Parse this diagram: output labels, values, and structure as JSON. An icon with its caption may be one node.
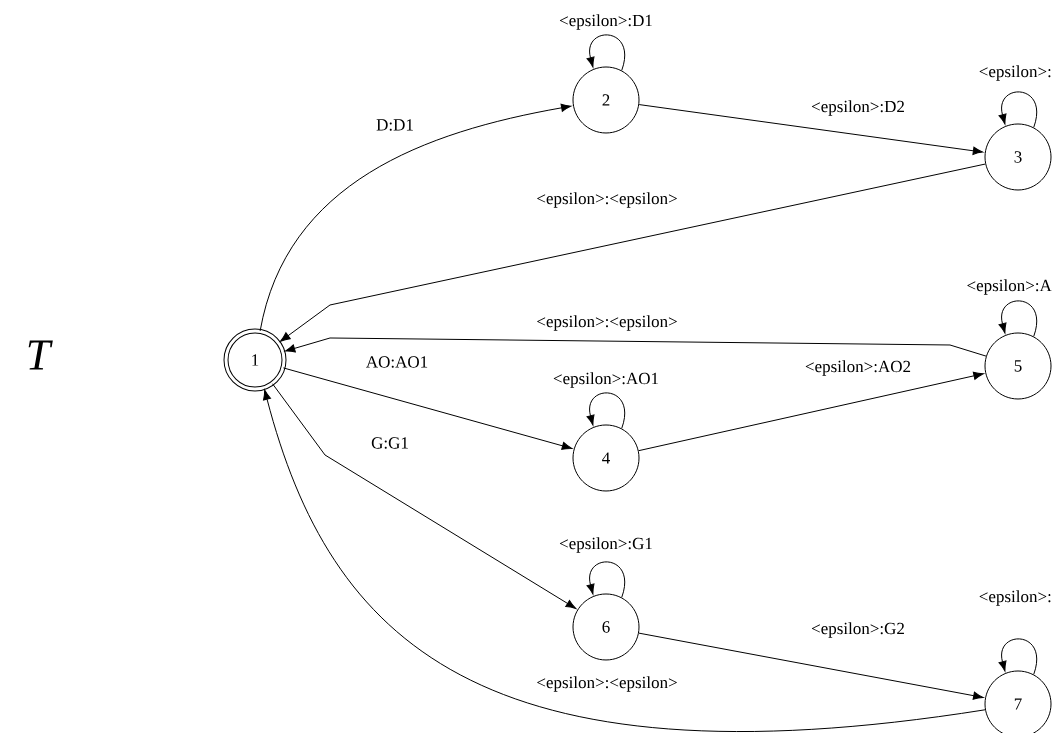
{
  "diagram": {
    "nodes": [
      {
        "text": [
          "1"
        ]
      },
      {
        "text": [
          "2"
        ]
      },
      {
        "text": [
          "3"
        ]
      },
      {
        "text": [
          "4"
        ]
      },
      {
        "text": [
          "5"
        ]
      },
      {
        "text": [
          "6"
        ]
      },
      {
        "text": [
          "7"
        ]
      }
    ],
    "edges": [
      {
        "from": 0,
        "to": 1,
        "arrow": "to",
        "label": "D:D1"
      },
      {
        "from": 1,
        "to": 1,
        "arrow": "to",
        "label": "<epsilon>:D1"
      },
      {
        "from": 1,
        "to": 2,
        "arrow": "to",
        "label": "<epsilon>:D2"
      },
      {
        "from": 2,
        "to": 0,
        "arrow": "to",
        "label": "<epsilon>:<epsilon>"
      },
      {
        "from": 2,
        "to": 2,
        "arrow": "to",
        "label": "<epsilon>:"
      },
      {
        "from": 4,
        "to": 0,
        "arrow": "to",
        "label": "<epsilon>:<epsilon>"
      },
      {
        "from": 0,
        "to": 3,
        "arrow": "to",
        "label": "AO:AO1"
      },
      {
        "from": 3,
        "to": 3,
        "arrow": "to",
        "label": "<epsilon>:AO1"
      },
      {
        "from": 3,
        "to": 4,
        "arrow": "to",
        "label": "<epsilon>:AO2"
      },
      {
        "from": 4,
        "to": 4,
        "arrow": "to",
        "label": "<epsilon>:A"
      },
      {
        "from": 0,
        "to": 5,
        "arrow": "to",
        "label": "G:G1"
      },
      {
        "from": 5,
        "to": 5,
        "arrow": "to",
        "label": "<epsilon>:G1"
      },
      {
        "from": 5,
        "to": 6,
        "arrow": "to",
        "label": "<epsilon>:G2"
      },
      {
        "from": 6,
        "to": 6,
        "arrow": "to",
        "label": "<epsilon>:"
      },
      {
        "from": 6,
        "to": 0,
        "arrow": "to",
        "label": "<epsilon>:<epsilon>"
      }
    ],
    "labels": [
      "T"
    ]
  }
}
